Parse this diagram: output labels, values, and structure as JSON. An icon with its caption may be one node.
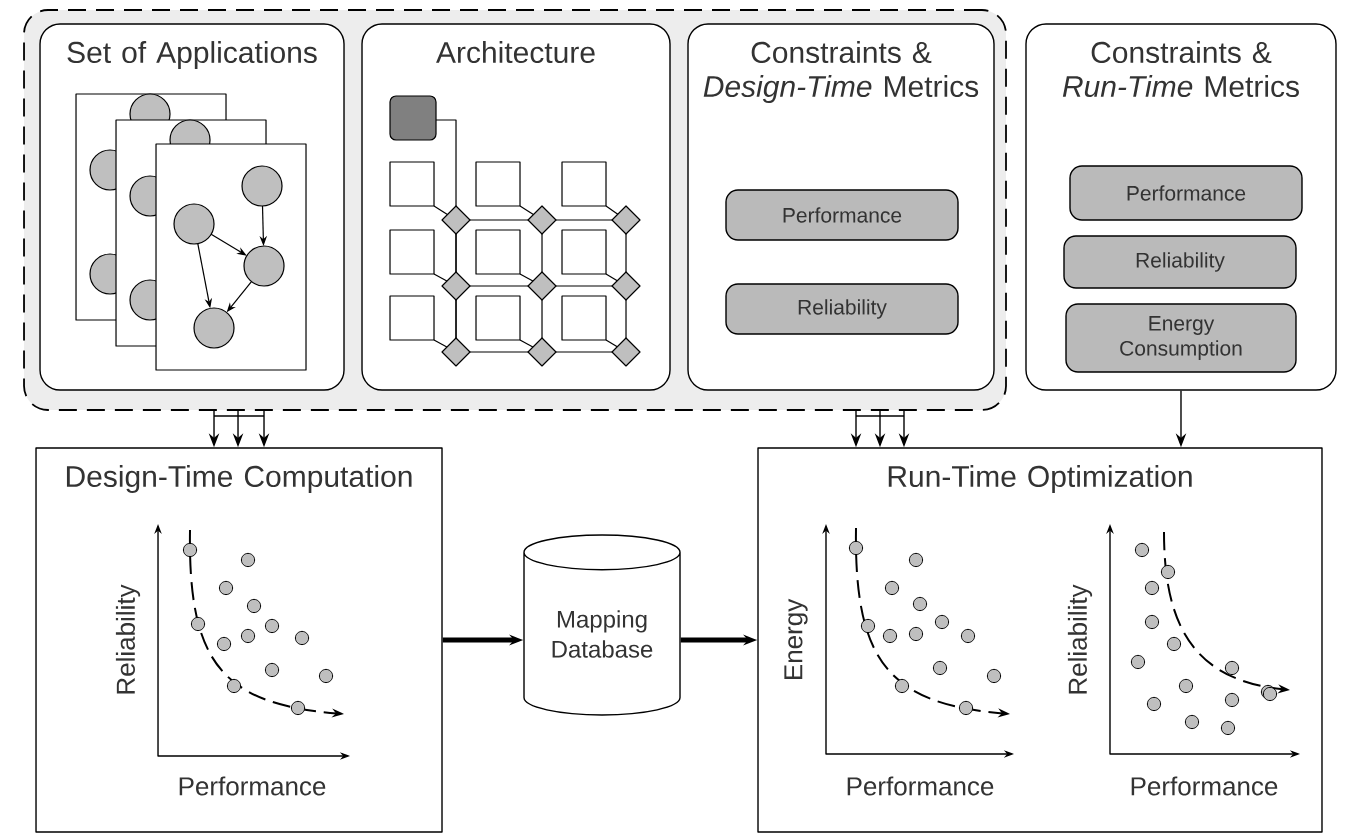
{
  "diagram": {
    "nodes": [
      {
        "text": [],
        "shape": "box"
      },
      {
        "text": [
          "Set of Applications"
        ],
        "in": 0
      },
      {
        "text": [
          "Architecture"
        ],
        "in": 0
      },
      {
        "text": [
          "Constraints & *Design-Time* Metrics"
        ],
        "in": 0
      },
      {
        "text": [
          "Performance"
        ],
        "in": 3
      },
      {
        "text": [
          "Reliability"
        ],
        "in": 3
      },
      {
        "text": [
          "Constraints & *Run-Time* Metrics"
        ]
      },
      {
        "text": [
          "Performance"
        ],
        "in": 6
      },
      {
        "text": [
          "Reliability"
        ],
        "in": 6
      },
      {
        "text": [
          "Energy Consumption"
        ],
        "in": 6
      },
      {
        "text": [
          "Design-Time Computation"
        ]
      },
      {
        "text": [
          "Mapping Database"
        ]
      },
      {
        "text": [
          "Run-Time Optimization"
        ]
      }
    ],
    "edges": [
      {
        "from": 0,
        "to": 10,
        "arrow": "to"
      },
      {
        "from": 0,
        "to": 10,
        "arrow": "to"
      },
      {
        "from": 0,
        "to": 10,
        "arrow": "to"
      },
      {
        "from": 0,
        "to": 12,
        "arrow": "to"
      },
      {
        "from": 0,
        "to": 12,
        "arrow": "to"
      },
      {
        "from": 0,
        "to": 12,
        "arrow": "to"
      },
      {
        "from": 6,
        "to": 12,
        "arrow": "to"
      },
      {
        "from": 10,
        "to": 11,
        "arrow": "to",
        "style": "thick"
      },
      {
        "from": 11,
        "to": 12,
        "arrow": "to",
        "style": "thick"
      }
    ],
    "labels": [
      "Reliability",
      "Performance",
      "Energy",
      "Performance",
      "Reliability",
      "Performance"
    ]
  }
}
